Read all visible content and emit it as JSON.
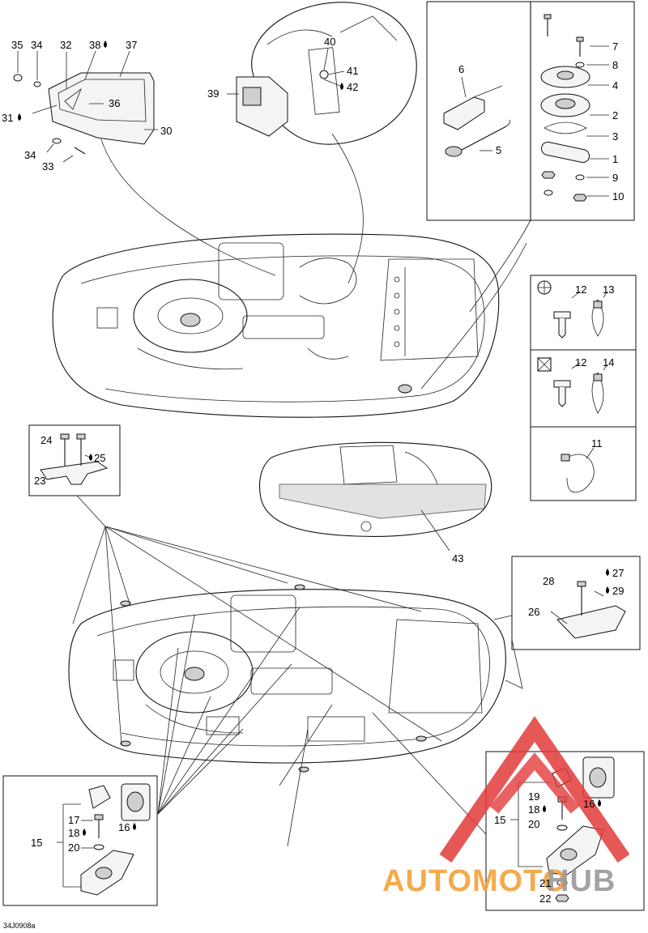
{
  "diagram_code": "34J0908a",
  "callouts": {
    "c1": "1",
    "c2": "2",
    "c3": "3",
    "c4": "4",
    "c5": "5",
    "c6": "6",
    "c7": "7",
    "c8": "8",
    "c9": "9",
    "c10": "10",
    "c11": "11",
    "c12a": "12",
    "c12b": "12",
    "c13": "13",
    "c14": "14",
    "c15a": "15",
    "c15b": "15",
    "c16a": "16",
    "c16b": "16",
    "c17": "17",
    "c18a": "18",
    "c18b": "18",
    "c19": "19",
    "c20a": "20",
    "c20b": "20",
    "c21": "21",
    "c22": "22",
    "c23": "23",
    "c24": "24",
    "c25": "25",
    "c26": "26",
    "c27": "27",
    "c28": "28",
    "c29": "29",
    "c30": "30",
    "c31": "31",
    "c32": "32",
    "c33": "33",
    "c34a": "34",
    "c34b": "34",
    "c35": "35",
    "c36": "36",
    "c37": "37",
    "c38": "38",
    "c39": "39",
    "c40": "40",
    "c41": "41",
    "c42": "42",
    "c43": "43"
  },
  "legend": [
    {
      "symbol": "circle-cross",
      "parts": [
        "12",
        "13"
      ]
    },
    {
      "symbol": "square-cross",
      "parts": [
        "12",
        "14"
      ]
    },
    {
      "symbol": "none",
      "parts": [
        "11"
      ]
    }
  ],
  "watermark": {
    "text": "AUTOMOTOHUB",
    "colors": {
      "triangle": "#e23b3b",
      "text_left": "#f2a33a",
      "text_right": "#9a9a9a"
    }
  }
}
